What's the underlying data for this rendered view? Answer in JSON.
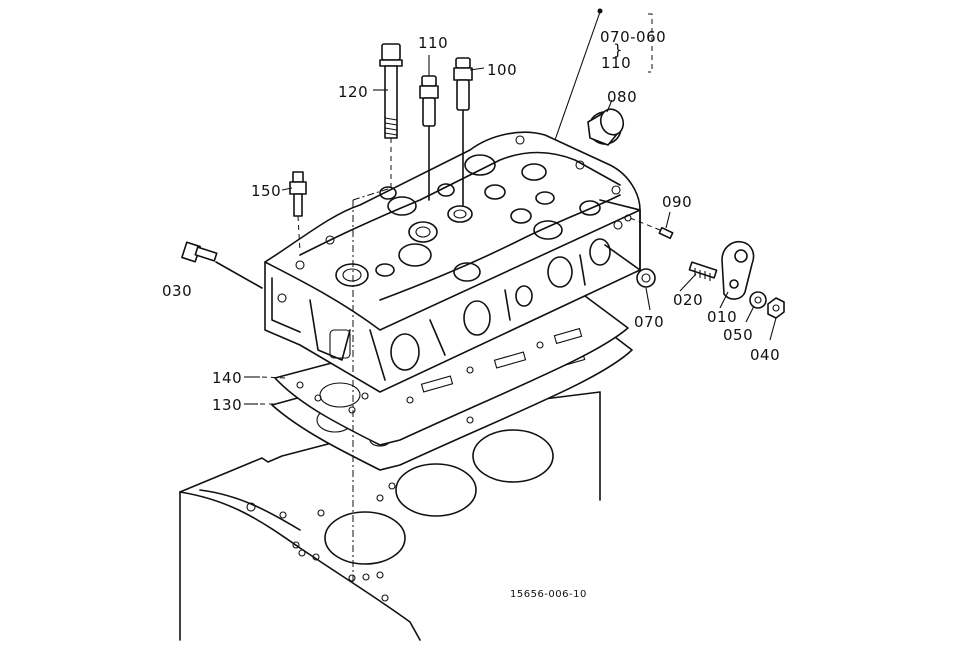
{
  "labels": {
    "p070_060": "070-060",
    "p_brace": "}",
    "p110_top": "110",
    "p110": "110",
    "p100": "100",
    "p120": "120",
    "p080": "080",
    "p150": "150",
    "p090": "090",
    "p030": "030",
    "p020": "020",
    "p010": "010",
    "p070": "070",
    "p050": "050",
    "p040": "040",
    "p140": "140",
    "p130": "130"
  },
  "drawing_code": "15656-006-10"
}
